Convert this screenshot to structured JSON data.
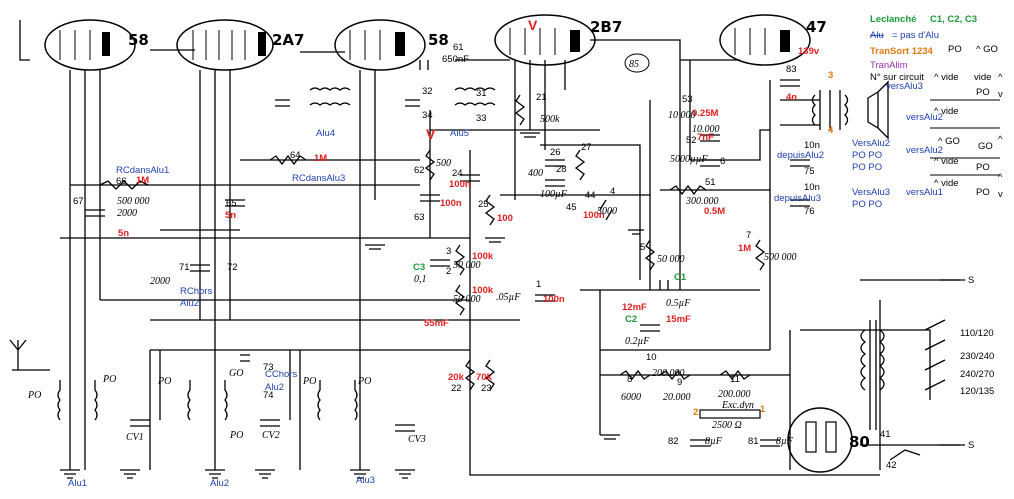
{
  "tubes": {
    "t1": "58",
    "t2": "2A7",
    "t3": "58",
    "t4": "2B7",
    "t5": "47",
    "t6": "80"
  },
  "legend": {
    "leclanche": "Leclanché",
    "leclanche_caps": "C1, C2, C3",
    "alu_struck": "Alu",
    "alu_rest": "= pas d'Alu",
    "transort": "TranSort 1234",
    "tranalim": "TranAlim",
    "num_circuit": "N° sur circuit"
  },
  "grid": {
    "c1": [
      "PO",
      "^ vide",
      "^ vide",
      "^ GO",
      "^ vide",
      "^ vide"
    ],
    "c2": [
      "^ GO",
      "vide",
      "PO",
      "GO",
      "PO",
      "PO"
    ],
    "c3": [
      "",
      "^",
      "v",
      "^",
      "^",
      "v"
    ]
  },
  "blue_labels": {
    "rcdansalu1": "RCdansAlu1",
    "rcdansalu3": "RCdansAlu3",
    "rchors": "RChors",
    "alu2a": "Alu2",
    "cchors": "CChors",
    "alu2b": "Alu2",
    "alu4": "Alu4",
    "alu5": "Alu5",
    "depuisalu2": "depuisAlu2",
    "depuisalu3": "depuisAlu3",
    "versalu2a": "VersAlu2",
    "versalu3a": "VersAlu3",
    "popo1": "PO PO",
    "popo2": "PO PO",
    "popo3": "PO PO",
    "versalu3b": "versAlu3",
    "versalu2b": "versAlu2",
    "versalu2c": "versAlu2",
    "versalu1": "versAlu1",
    "alu1_bottom": "Alu1",
    "alu2_bottom": "Alu2",
    "alu3_bottom": "Alu3"
  },
  "red_labels": {
    "r1m_a": "1M",
    "r1m_b": "1M",
    "c5n_a": "5n",
    "c5n_b": "5n",
    "c100n_a": "100n",
    "c100n_b": "100n",
    "c100n_c": "100n",
    "c100n_d": "100n",
    "r100_a": "100",
    "r100k_a": "100k",
    "r100k_b": "100k",
    "c55mf": "55mF",
    "r20k": "20k",
    "r70k": "70k",
    "c12mf": "12mF",
    "c15mf": "15mF",
    "r025m": "0.25M",
    "c7nf": "7nF",
    "c4n": "4n",
    "r05m": "0.5M",
    "r1m_c": "1M",
    "v139": "139v",
    "v1": "V",
    "v2": "V"
  },
  "green_labels": {
    "c1": "C1",
    "c2": "C2",
    "c3": "C3"
  },
  "orange_labels": {
    "n1": "1",
    "n2": "2",
    "n3": "3",
    "n4": "4"
  },
  "parts": {
    "n61": "61",
    "c650": "650nF",
    "n32": "32",
    "n34": "34",
    "n31": "31",
    "n33": "33",
    "n21": "21",
    "r500k": "500k",
    "n64": "64",
    "n66": "66",
    "n67": "67",
    "n65": "65",
    "n62": "62",
    "r500a": "500",
    "n63": "63",
    "n24": "24",
    "n25": "25",
    "n26": "26",
    "n28": "28",
    "n27": "27",
    "n44": "44",
    "n45": "45",
    "n4": "4",
    "n5": "5",
    "r500000": "500 000",
    "c2000a": "2000",
    "c2000b": "2000",
    "n71": "71",
    "n72": "72",
    "n3": "3",
    "n2": "2",
    "n1": "1",
    "r50000a": "50 000",
    "r50000b": "50 000",
    "r50000c": "50 000",
    "c05": ".05µF",
    "c01": "0,1",
    "c5000": "5000",
    "c100a": "100µF",
    "c400": "400",
    "n53": "53",
    "n52": "52",
    "r10000a": "10 000",
    "r10000b": "10.000",
    "c5000b": "5000µµF",
    "n6": "6",
    "n51": "51",
    "r300000": "300.000",
    "n7": "7",
    "r500000b": "500 000",
    "n83": "83",
    "n10a": "10n",
    "n75": "75",
    "n10b": "10n",
    "n76": "76",
    "circ85": "85",
    "c05uf": "0.5µF",
    "c02uf": "0.2µF",
    "n73": "73",
    "n74": "74",
    "n8": "8",
    "n9": "9",
    "n11": "11",
    "n10": "10",
    "r6000": "6000",
    "r20000": "20.000",
    "r200000a": "200.000",
    "r200000b": "200.000",
    "excdyn": "Exc.dyn",
    "r2500": "2500 Ω",
    "n82": "82",
    "n81": "81",
    "c8a": "8µF",
    "c8b": "8µF",
    "n22": "22",
    "n23": "23",
    "n41": "41",
    "n42": "42",
    "po1": "PO",
    "po2": "PO",
    "po3": "PO",
    "po4": "PO",
    "po5": "PO",
    "po6": "PO",
    "go": "GO",
    "cv1": "CV1",
    "cv2": "CV2",
    "cv3": "CV3",
    "v110": "110/120",
    "v230": "230/240",
    "v240": "240/270",
    "v120": "120/135",
    "s1": "S",
    "s2": "S"
  }
}
